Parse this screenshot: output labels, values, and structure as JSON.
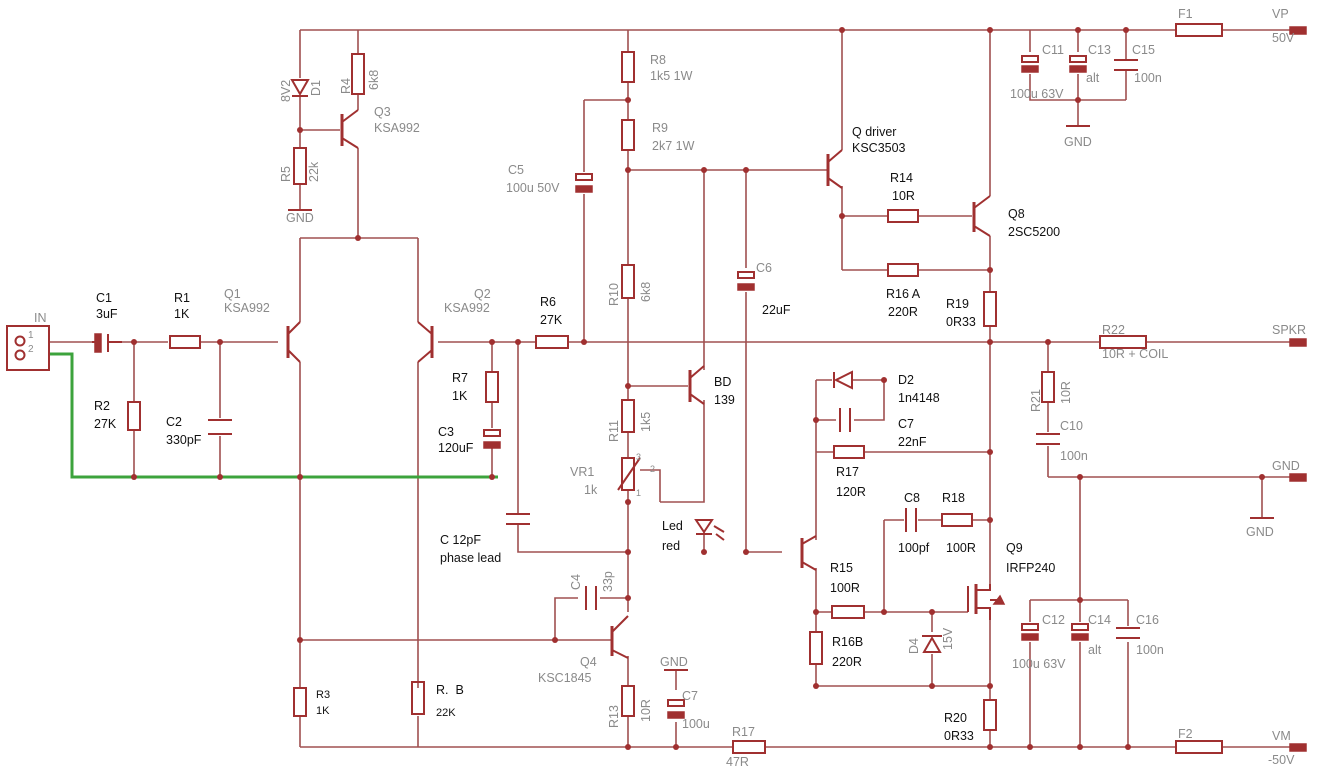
{
  "connector": {
    "name": "IN",
    "pin1": "1",
    "pin2": "2"
  },
  "rails": {
    "vp": "VP",
    "vp_volts": "50V",
    "vm": "VM",
    "vm_volts": "-50V",
    "spkr": "SPKR",
    "gnd": "GND"
  },
  "parts": {
    "c1": {
      "ref": "C1",
      "value": "3uF"
    },
    "r1": {
      "ref": "R1",
      "value": "1K"
    },
    "r2": {
      "ref": "R2",
      "value": "27K"
    },
    "c2": {
      "ref": "C2",
      "value": "330pF"
    },
    "q1": {
      "ref": "Q1",
      "value": "KSA992"
    },
    "q2": {
      "ref": "Q2",
      "value": "KSA992"
    },
    "r3": {
      "ref": "R3",
      "value": "1K"
    },
    "rb": {
      "ref": "R.  B",
      "value": "22K"
    },
    "d1": {
      "ref": "D1",
      "value": "8V2"
    },
    "r4": {
      "ref": "R4",
      "value": "6k8"
    },
    "q3": {
      "ref": "Q3",
      "value": "KSA992"
    },
    "r5": {
      "ref": "R5",
      "value": "22k"
    },
    "gnd_r5": "GND",
    "r6": {
      "ref": "R6",
      "value": "27K"
    },
    "r7": {
      "ref": "R7",
      "value": "1K"
    },
    "c3": {
      "ref": "C3",
      "value": "120uF"
    },
    "c12pf": {
      "ref": "C 12pF",
      "value": "phase lead"
    },
    "c5": {
      "ref": "C5",
      "value": "100u 50V"
    },
    "r8": {
      "ref": "R8",
      "value": "1k5 1W"
    },
    "r9": {
      "ref": "R9",
      "value": "2k7 1W"
    },
    "r10": {
      "ref": "R10",
      "value": "6k8"
    },
    "r11": {
      "ref": "R11",
      "value": "1k5"
    },
    "vr1": {
      "ref": "VR1",
      "value": "1k",
      "pin1": "1",
      "pin2": "2",
      "pin3": "3"
    },
    "c4": {
      "ref": "C4",
      "value": "33p"
    },
    "q4": {
      "ref": "Q4",
      "value": "KSC1845"
    },
    "r13": {
      "ref": "R13",
      "value": "10R"
    },
    "c7a": {
      "ref": "C7",
      "value": "100u"
    },
    "gnd_c7": "GND",
    "r17a": {
      "ref": "R17",
      "value": "47R"
    },
    "bd": {
      "ref": "BD",
      "value": "139"
    },
    "led": {
      "ref": "Led",
      "value": "red"
    },
    "c6": {
      "ref": "C6",
      "value": "22uF"
    },
    "qdriver": {
      "ref": "Q driver",
      "value": "KSC3503"
    },
    "r14": {
      "ref": "R14",
      "value": "10R"
    },
    "q8": {
      "ref": "Q8",
      "value": "2SC5200"
    },
    "r16a": {
      "ref": "R16 A",
      "value": "220R"
    },
    "r19": {
      "ref": "R19",
      "value": "0R33"
    },
    "d2": {
      "ref": "D2",
      "value": "1n4148"
    },
    "c7b": {
      "ref": "C7",
      "value": "22nF"
    },
    "r17b": {
      "ref": "R17",
      "value": "120R"
    },
    "c8": {
      "ref": "C8",
      "value": "100pf"
    },
    "r18": {
      "ref": "R18",
      "value": "100R"
    },
    "q9": {
      "ref": "Q9",
      "value": "IRFP240"
    },
    "r15": {
      "ref": "R15",
      "value": "100R"
    },
    "r16b": {
      "ref": "R16B",
      "value": "220R"
    },
    "d4": {
      "ref": "D4",
      "value": "15V"
    },
    "r20": {
      "ref": "R20",
      "value": "0R33"
    },
    "r22": {
      "ref": "R22",
      "value": "10R + COIL"
    },
    "r21": {
      "ref": "R21",
      "value": "10R"
    },
    "c10": {
      "ref": "C10",
      "value": "100n"
    },
    "f1": {
      "ref": "F1"
    },
    "f2": {
      "ref": "F2"
    },
    "c11": {
      "ref": "C11",
      "value": "100u 63V"
    },
    "c13": {
      "ref": "C13",
      "value": "alt"
    },
    "c15": {
      "ref": "C15",
      "value": "100n"
    },
    "gnd_top": "GND",
    "c12": {
      "ref": "C12",
      "value": "100u 63V"
    },
    "c14": {
      "ref": "C14",
      "value": "alt"
    },
    "c16": {
      "ref": "C16",
      "value": "100n"
    },
    "gnd_right": "GND"
  },
  "colors": {
    "wire": "#a05050",
    "part": "#a03030",
    "ground_trace": "#3ca33c",
    "text_dark": "#111111",
    "text_grey": "#8a8a8a"
  }
}
